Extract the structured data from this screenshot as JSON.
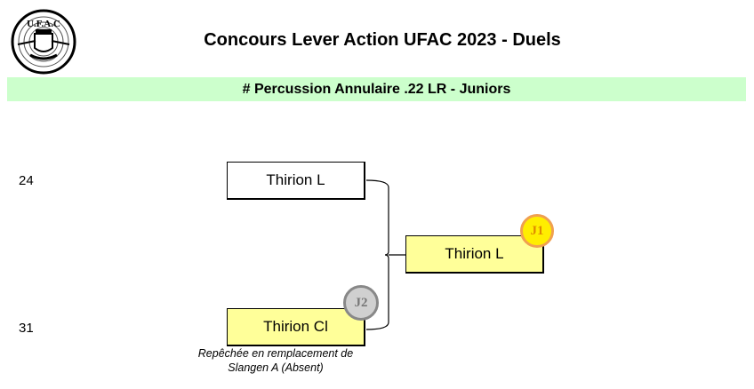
{
  "logo_text": "UFAC",
  "title": "Concours Lever Action UFAC 2023 - Duels",
  "category": "# Percussion Annulaire .22 LR - Juniors",
  "bracket": {
    "match1": {
      "top": {
        "seed": "24",
        "name": "Thirion L"
      },
      "bottom": {
        "seed": "31",
        "name": "Thirion Cl",
        "badge": "J2",
        "note_line1": "Repêchée en remplacement de",
        "note_line2": "Slangen A (Absent)"
      }
    },
    "winner": {
      "name": "Thirion L",
      "badge": "J1"
    }
  },
  "colors": {
    "band": "#ccffcc",
    "winner_box": "#ffff99",
    "gold": "#ffee00",
    "silver": "#d0d0d0"
  }
}
